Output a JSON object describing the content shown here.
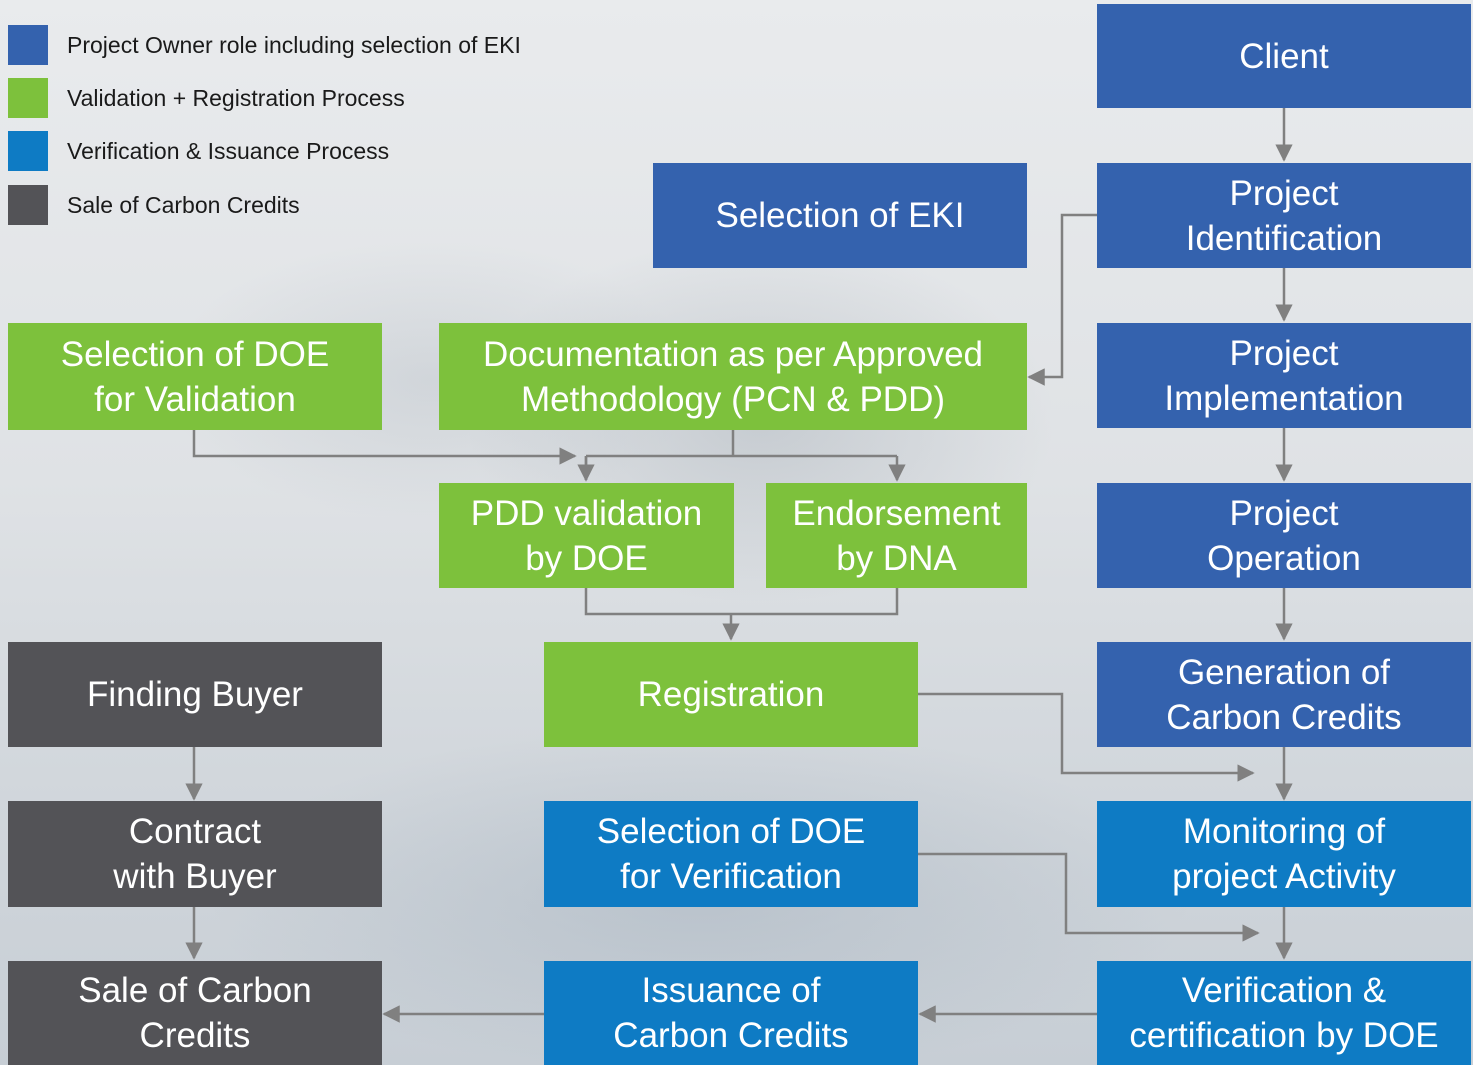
{
  "colors": {
    "owner": "#3462ae",
    "validation": "#7dc13c",
    "verification": "#0e7bc4",
    "sale": "#535357",
    "connector": "#808080"
  },
  "legend": [
    {
      "label": "Project Owner role including selection of EKI",
      "color": "#3462ae"
    },
    {
      "label": "Validation + Registration Process",
      "color": "#7dc13c"
    },
    {
      "label": "Verification & Issuance Process",
      "color": "#0e7bc4"
    },
    {
      "label": "Sale of Carbon Credits",
      "color": "#535357"
    }
  ],
  "nodes": {
    "client": "Client",
    "project_identification": "Project\nIdentification",
    "selection_eki": "Selection of EKI",
    "project_implementation": "Project\nImplementation",
    "selection_doe_validation": "Selection of DOE\nfor Validation",
    "documentation": "Documentation as per Approved\nMethodology (PCN & PDD)",
    "pdd_validation": "PDD validation\nby DOE",
    "endorsement": "Endorsement\nby DNA",
    "project_operation": "Project\nOperation",
    "finding_buyer": "Finding Buyer",
    "registration": "Registration",
    "generation": "Generation of\nCarbon Credits",
    "contract_buyer": "Contract\nwith Buyer",
    "selection_doe_verification": "Selection of DOE\nfor Verification",
    "monitoring": "Monitoring of\nproject Activity",
    "sale_credits": "Sale of Carbon\nCredits",
    "issuance": "Issuance of\nCarbon Credits",
    "verification_cert": "Verification &\ncertification by DOE"
  }
}
